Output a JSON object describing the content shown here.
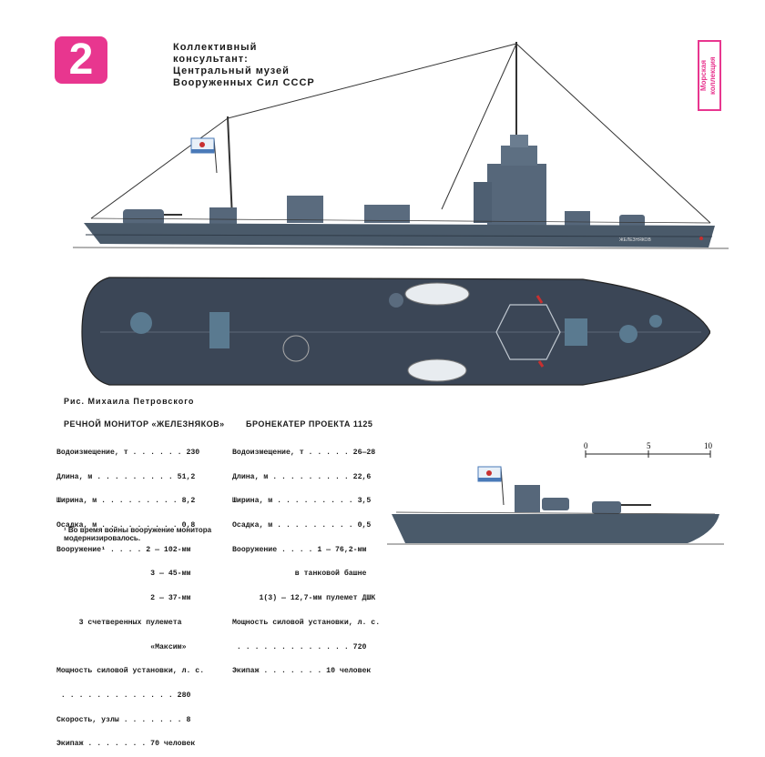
{
  "badge": {
    "number": "2",
    "color": "#e8368f"
  },
  "consultant": {
    "line1": "Коллективный",
    "line2": "консультант:",
    "line3": "Центральный музей",
    "line4": "Вооруженных Сил СССР"
  },
  "stamp": {
    "text": "Морская коллекция"
  },
  "illustration": {
    "credit": "Рис. Михаила Петровского",
    "hull_color": "#4a5a6a",
    "deck_color": "#3b4656",
    "side_name": "ЖЕЛЕЗНЯКОВ"
  },
  "monitor": {
    "title": "РЕЧНОЙ МОНИТОР «ЖЕЛЕЗНЯКОВ»",
    "lines": [
      "Водоизмещение, т . . . . . . 230",
      "Длина, м . . . . . . . . . 51,2",
      "Ширина, м . . . . . . . . . 8,2",
      "Осадка, м . . . . . . . . . 0,8",
      "Вооружение¹ . . . . 2 — 102-мм",
      "                     3 — 45-мм",
      "                     2 — 37-мм",
      "     3 счетверенных пулемета",
      "                     «Максим»",
      "Мощность силовой установки, л. с.",
      " . . . . . . . . . . . . . 280",
      "Скорость, узлы . . . . . . . 8",
      "Экипаж . . . . . . . 70 человек"
    ],
    "footnote": "¹ Во время войны вооружение монитора модернизировалось."
  },
  "boat": {
    "title": "БРОНЕКАТЕР ПРОЕКТА 1125",
    "lines": [
      "Водоизмещение, т . . . . . 26—28",
      "Длина, м . . . . . . . . . 22,6",
      "Ширина, м . . . . . . . . . 3,5",
      "Осадка, м . . . . . . . . . 0,5",
      "Вооружение . . . . 1 — 76,2-мм",
      "              в танковой башне",
      "      1(3) — 12,7-мм пулемет ДШК",
      "Мощность силовой установки, л. с.",
      " . . . . . . . . . . . . . 720",
      "Экипаж . . . . . . . 10 человек"
    ]
  },
  "scale": {
    "labels": [
      "0",
      "5",
      "10"
    ]
  }
}
